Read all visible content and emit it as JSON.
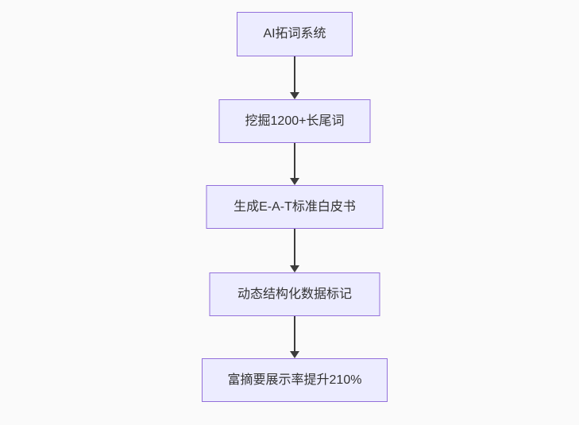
{
  "theme": {
    "canvas_bg": "#fafafa",
    "node_fill": "#ececff",
    "node_border": "#9370db",
    "node_text": "#333333",
    "arrow_color": "#3b3b3b"
  },
  "flowchart": {
    "type": "vertical-flowchart",
    "nodes": [
      {
        "label": "AI拓词系统"
      },
      {
        "label": "挖掘1200+长尾词"
      },
      {
        "label": "生成E-A-T标准白皮书"
      },
      {
        "label": "动态结构化数据标记"
      },
      {
        "label": "富摘要展示率提升210%"
      }
    ],
    "edges": [
      {
        "from": 0,
        "to": 1
      },
      {
        "from": 1,
        "to": 2
      },
      {
        "from": 2,
        "to": 3
      },
      {
        "from": 3,
        "to": 4
      }
    ]
  }
}
